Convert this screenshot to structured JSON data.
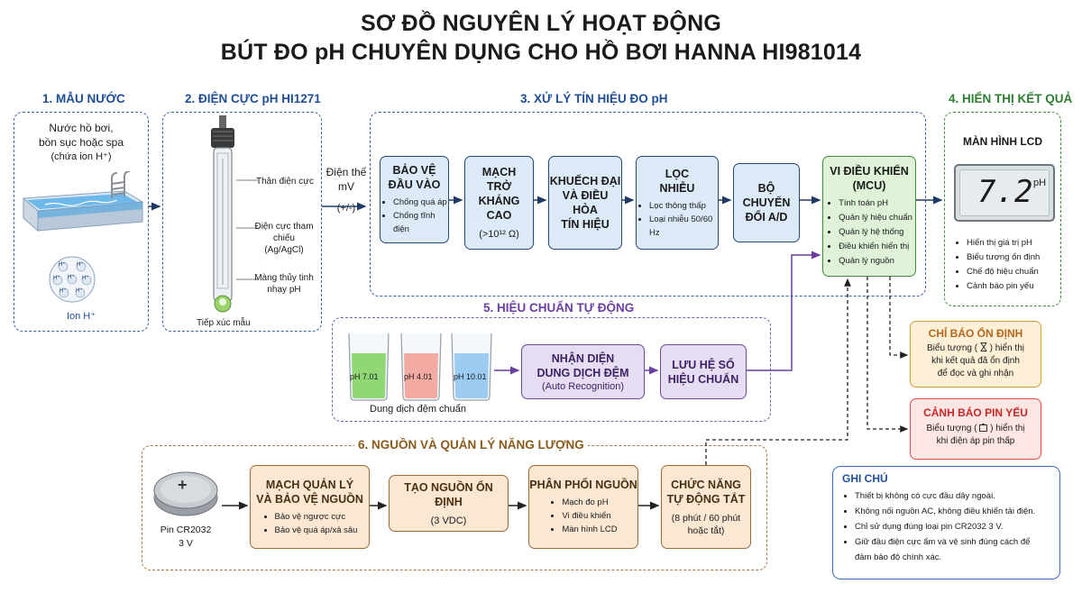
{
  "title": {
    "line1": "SƠ ĐỒ NGUYÊN LÝ HOẠT ĐỘNG",
    "line2": "BÚT ĐO pH CHUYÊN DỤNG CHO HỒ BƠI HANNA HI981014"
  },
  "s1": {
    "title": "1. MẪU NƯỚC",
    "text1": "Nước hồ bơi,",
    "text2": "bồn sục hoặc spa",
    "text3": "(chứa ion H⁺)",
    "ion_glyph": "H⁺",
    "ion_label": "Ion H⁺"
  },
  "s2": {
    "title": "2. ĐIỆN CỰC pH HI1271",
    "label_body": "Thân điện cực",
    "label_ref1": "Điện cực tham chiếu",
    "label_ref2": "(Ag/AgCl)",
    "label_glass1": "Màng thủy tinh",
    "label_glass2": "nhạy pH",
    "label_tip": "Tiếp xúc mẫu"
  },
  "signal": {
    "line1": "Điện thế",
    "line2": "mV",
    "line3": "(+/-)"
  },
  "s3": {
    "title": "3. XỬ LÝ TÍN HIỆU ĐO pH",
    "b1": {
      "t1": "BẢO VỆ",
      "t2": "ĐẦU VÀO",
      "items": [
        "Chống quá áp",
        "Chống tĩnh điện"
      ]
    },
    "b2": {
      "t1": "MẠCH",
      "t2": "TRỞ KHÁNG",
      "t3": "CAO",
      "t4": "(>10¹² Ω)"
    },
    "b3": {
      "t1": "KHUẾCH ĐẠI",
      "t2": "VÀ ĐIỀU HÒA",
      "t3": "TÍN HIỆU"
    },
    "b4": {
      "t1": "LỌC",
      "t2": "NHIỄU",
      "items": [
        "Lọc thông thấp",
        "Loại nhiễu 50/60 Hz"
      ]
    },
    "b5": {
      "t1": "BỘ CHUYỂN",
      "t2": "ĐỔI A/D"
    },
    "mcu": {
      "t1": "VI ĐIỀU KHIỂN",
      "t2": "(MCU)",
      "items": [
        "Tính toán pH",
        "Quản lý hiệu chuẩn",
        "Quản lý hệ thống",
        "Điều khiển hiển thị",
        "Quản lý nguồn"
      ]
    }
  },
  "s4": {
    "title": "4. HIỂN THỊ KẾT QUẢ",
    "heading": "MÀN HÌNH LCD",
    "reading": "7.2",
    "unit": "pH",
    "items": [
      "Hiển thị giá trị pH",
      "Biểu tượng ổn định",
      "Chế độ hiệu chuẩn",
      "Cảnh báo pin yếu"
    ]
  },
  "s5": {
    "title": "5. HIỆU CHUẨN TỰ ĐỘNG",
    "beakers": [
      "pH 7.01",
      "pH 4.01",
      "pH 10.01"
    ],
    "beakers_label": "Dung dịch đệm chuẩn",
    "b1": {
      "t1": "NHẬN DIỆN",
      "t2": "DUNG DỊCH ĐỆM",
      "t3": "(Auto Recognition)"
    },
    "b2": {
      "t1": "LƯU HỆ SỐ",
      "t2": "HIỆU CHUẨN"
    }
  },
  "s6": {
    "title": "6. NGUỒN VÀ QUẢN LÝ NĂNG LƯỢNG",
    "battery_symbol": "+",
    "battery_l1": "Pin CR2032",
    "battery_l2": "3 V",
    "b1": {
      "t1": "MẠCH QUẢN LÝ",
      "t2": "VÀ BẢO VỆ NGUỒN",
      "items": [
        "Bảo vệ ngược cực",
        "Bảo vệ quá áp/xả sâu"
      ]
    },
    "b2": {
      "t1": "TẠO NGUỒN ỔN ĐỊNH",
      "t2": "(3 VDC)"
    },
    "b3": {
      "t1": "PHÂN PHỐI NGUỒN",
      "items": [
        "Mạch đo pH",
        "Vi điều khiển",
        "Màn hình LCD"
      ]
    },
    "b4": {
      "t1": "CHỨC NĂNG",
      "t2": "TỰ ĐỘNG TẮT",
      "t3": "(8 phút / 60 phút",
      "t4": "hoặc tắt)"
    }
  },
  "stable": {
    "title": "CHỈ BÁO ỔN ĐỊNH",
    "l1a": "Biểu tượng (",
    "l1b": ") hiển thị",
    "l2": "khi kết quả đã ổn định",
    "l3": "để đọc và ghi nhận"
  },
  "lowbat": {
    "title": "CẢNH BÁO PIN YẾU",
    "l1a": "Biểu tượng (",
    "l1b": ") hiển thị",
    "l2": "khi điện áp pin thấp"
  },
  "notes": {
    "title": "GHI CHÚ",
    "items": [
      "Thiết bị không có cực đầu dây ngoài.",
      "Không nối nguồn AC, không điều khiển tải điện.",
      "Chỉ sử dụng đúng loại pin CR2032 3 V.",
      "Giữ đầu điện cực ẩm và vệ sinh đúng cách để",
      "đảm bảo độ chính xác."
    ]
  },
  "colors": {
    "blue_title": "#1f4e96",
    "purple_title": "#6a3fa0",
    "brown_title": "#8a5a1c",
    "green_title": "#2e7d32"
  }
}
